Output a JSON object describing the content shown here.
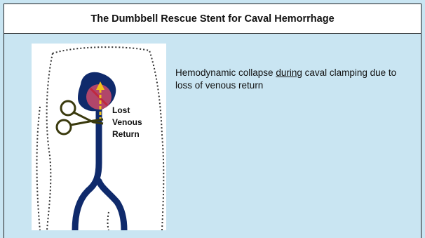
{
  "slide": {
    "title": "The Dumbbell Rescue Stent for Caval Hemorrhage",
    "body": {
      "pre": "Hemodynamic collapse ",
      "underlined": "during",
      "post": " caval clamping due to loss of venous return"
    },
    "diagram": {
      "label_lines": [
        "Lost",
        "Venous",
        "Return"
      ],
      "colors": {
        "vein": "#0f2a6b",
        "clamp": "#3a3a0e",
        "occlusion": "#e8506a",
        "arrow": "#f2c21b",
        "outline": "#333333"
      },
      "icons": [
        "body-outline",
        "heart-shape",
        "clamp-icon",
        "occlusion-circle",
        "up-arrow-icon"
      ]
    }
  }
}
